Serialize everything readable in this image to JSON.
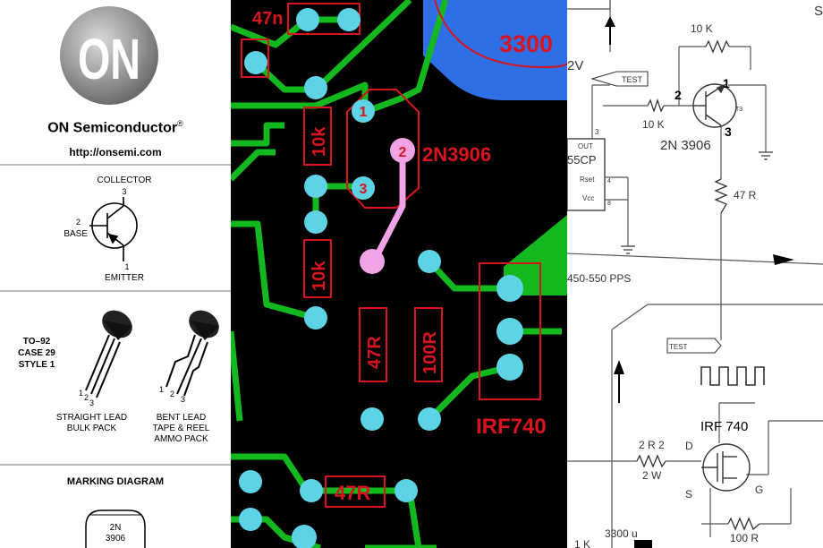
{
  "datasheet": {
    "logo_text": "ON",
    "company": "ON Semiconductor",
    "registered_mark": "®",
    "url": "http://onsemi.com",
    "pin_labels": {
      "collector": "COLLECTOR",
      "base": "BASE",
      "emitter": "EMITTER",
      "n1": "1",
      "n2": "2",
      "n3": "3"
    },
    "package": {
      "line1": "TO–92",
      "line2": "CASE 29",
      "line3": "STYLE 1"
    },
    "straight_lead": {
      "line1": "STRAIGHT LEAD",
      "line2": "BULK PACK"
    },
    "bent_lead": {
      "line1": "BENT LEAD",
      "line2": "TAPE & REEL",
      "line3": "AMMO PACK"
    },
    "marking_title": "MARKING DIAGRAM",
    "marking_lines": [
      "2N",
      "3906"
    ]
  },
  "pcb": {
    "cap_label": "47n",
    "big_cap_label": "3300",
    "r_10k_a": "10k",
    "r_10k_b": "10k",
    "transistor_label": "2N3906",
    "pin1": "1",
    "pin2": "2",
    "pin3": "3",
    "r_47": "47R",
    "r_100": "100R",
    "mosfet_label": "IRF740",
    "r_47_bottom": "47R"
  },
  "schematic": {
    "corner": "S",
    "v_label": "2V",
    "test_top": "TEST",
    "r_10k_top": "10 K",
    "r_10k_base": "10 K",
    "t_pin1": "1",
    "t_pin2": "2",
    "t_pin3": "3",
    "t_ref": "T3",
    "t_label": "2N 3906",
    "ic_pin3": "3",
    "ic_out": "OUT",
    "ic_name": "55CP",
    "ic_rset": "Rset",
    "ic_vcc": "Vcc",
    "ic_pin4": "4",
    "ic_pin8": "8",
    "r_47": "47  R",
    "pps": "450-550 PPS",
    "test_bottom": "TEST",
    "mosfet": "IRF 740",
    "r_2r2_a": "2 R 2",
    "r_2r2_b": "2 W",
    "d": "D",
    "s": "S",
    "g": "G",
    "cap_3300": "3300 u",
    "r_1k": "1 K",
    "r_100": "100 R"
  },
  "colors": {
    "pcb_background": "#000000",
    "track_green": "#13b81e",
    "pad_cyan": "#5fd3e6",
    "silk_red": "#d8141e",
    "copper_blue": "#2f6fe6",
    "jumper_pink": "#f0a3e6"
  }
}
